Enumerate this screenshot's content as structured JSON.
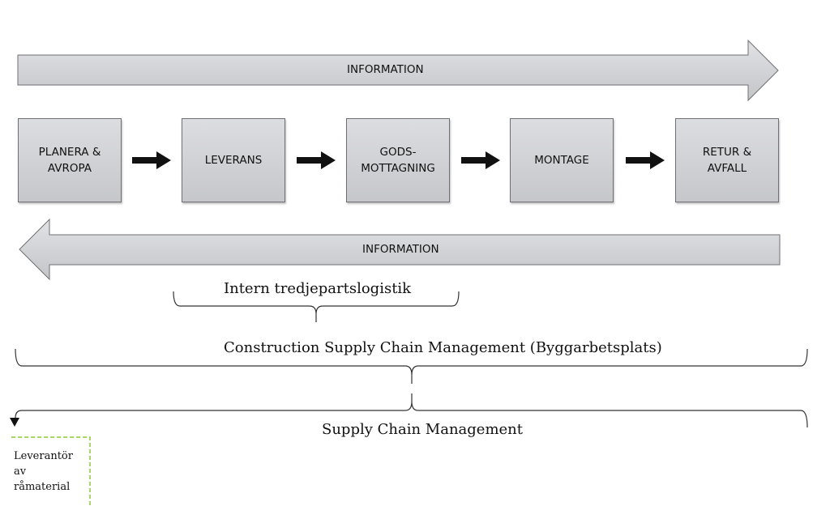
{
  "info_top": "INFORMATION",
  "info_bottom": "INFORMATION",
  "steps": [
    "PLANERA &\nAVROPA",
    "LEVERANS",
    "GODS-\nMOTTAGNING",
    "MONTAGE",
    "RETUR &\nAVFALL"
  ],
  "brace_intern": "Intern tredjepartslogistik",
  "brace_csc": "Construction Supply Chain Management (Byggarbetsplats)",
  "brace_scm": "Supply Chain Management",
  "supplier_note": "Leverantör\nav\nråmaterial",
  "colors": {
    "arrow_fill": "#d4d5d8",
    "arrow_stroke": "#6f6f74",
    "flow_arrow": "#111111",
    "dashed": "#8dc63f"
  }
}
